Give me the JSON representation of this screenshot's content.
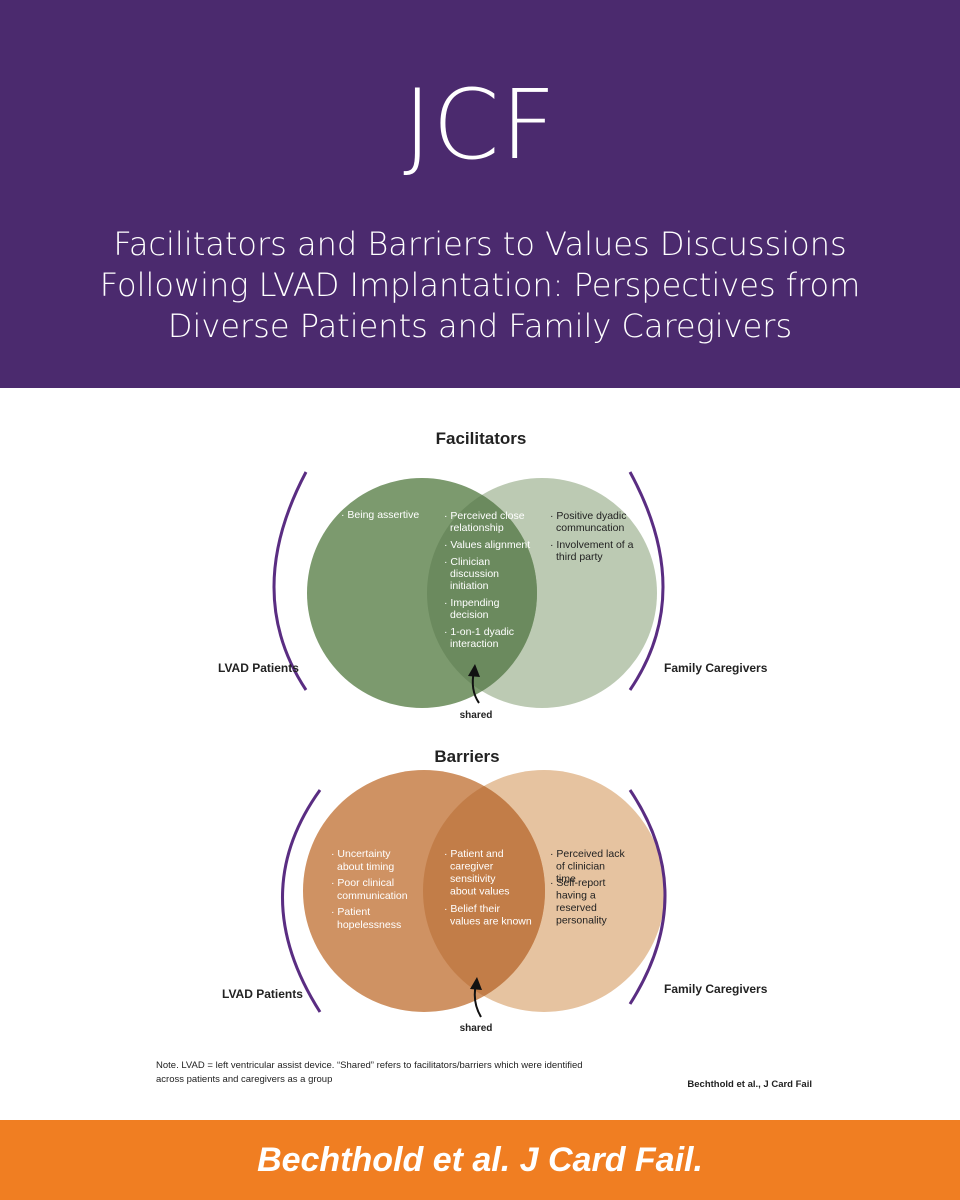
{
  "header": {
    "journal": "JCF",
    "title": "Facilitators and Barriers to Values Discussions Following LVAD Implantation: Perspectives from Diverse Patients and Family Caregivers"
  },
  "facilitators": {
    "heading": "Facilitators",
    "left_label": "LVAD Patients",
    "right_label": "Family Caregivers",
    "shared_label": "shared",
    "left_items": [
      "Being assertive"
    ],
    "shared_items": [
      "Perceived close relationship",
      "Values alignment",
      "Clinician discussion initiation",
      "Impending decision",
      "1-on-1 dyadic interaction"
    ],
    "right_items": [
      "Positive dyadic communcation",
      "Involvement of a third party"
    ]
  },
  "barriers": {
    "heading": "Barriers",
    "left_label": "LVAD Patients",
    "right_label": "Family Caregivers",
    "shared_label": "shared",
    "left_items": [
      "Uncertainty about timing",
      "Poor clinical communication",
      "Patient hopelessness"
    ],
    "shared_items": [
      "Patient and caregiver sensitivity about values",
      "Belief their values are known"
    ],
    "right_items": [
      "Perceived lack of clinician time",
      "Self-report having a reserved personality"
    ]
  },
  "note": {
    "line1": "Note. LVAD = left ventricular assist device. “Shared” refers to facilitators/barriers which were identified",
    "line2": "across patients and caregivers as a group"
  },
  "figure_credit": "Bechthold et al., J Card Fail",
  "footer": {
    "citation": "Bechthold et al. J Card Fail."
  },
  "colors": {
    "header_bg": "#4b2a6e",
    "footer_bg": "#f07e22",
    "fac_left": "#7c9a6e",
    "fac_right": "#bccab3",
    "fac_overlap": "#6b8a5e",
    "bar_left": "#cf9263",
    "bar_right": "#e6c3a0",
    "bar_overlap": "#c27d48",
    "bracket": "#5a2d82"
  }
}
